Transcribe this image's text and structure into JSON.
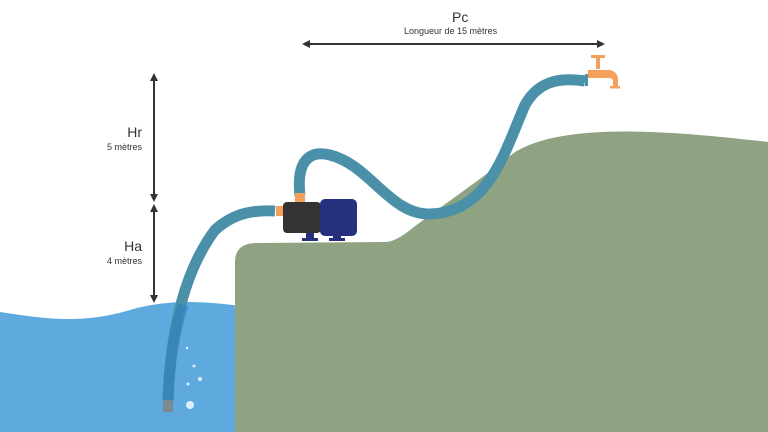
{
  "pc": {
    "label": "Pc",
    "sub": "Longueur de 15 mètres"
  },
  "hr": {
    "label": "Hr",
    "sub": "5 mètres"
  },
  "ha": {
    "label": "Ha",
    "sub": "4 mètres"
  },
  "colors": {
    "water": "#5eaadf",
    "ground": "#8fa383",
    "hose": "#4a90a9",
    "faucet": "#f4a05a",
    "motor": "#27307f",
    "pump": "#333333"
  }
}
